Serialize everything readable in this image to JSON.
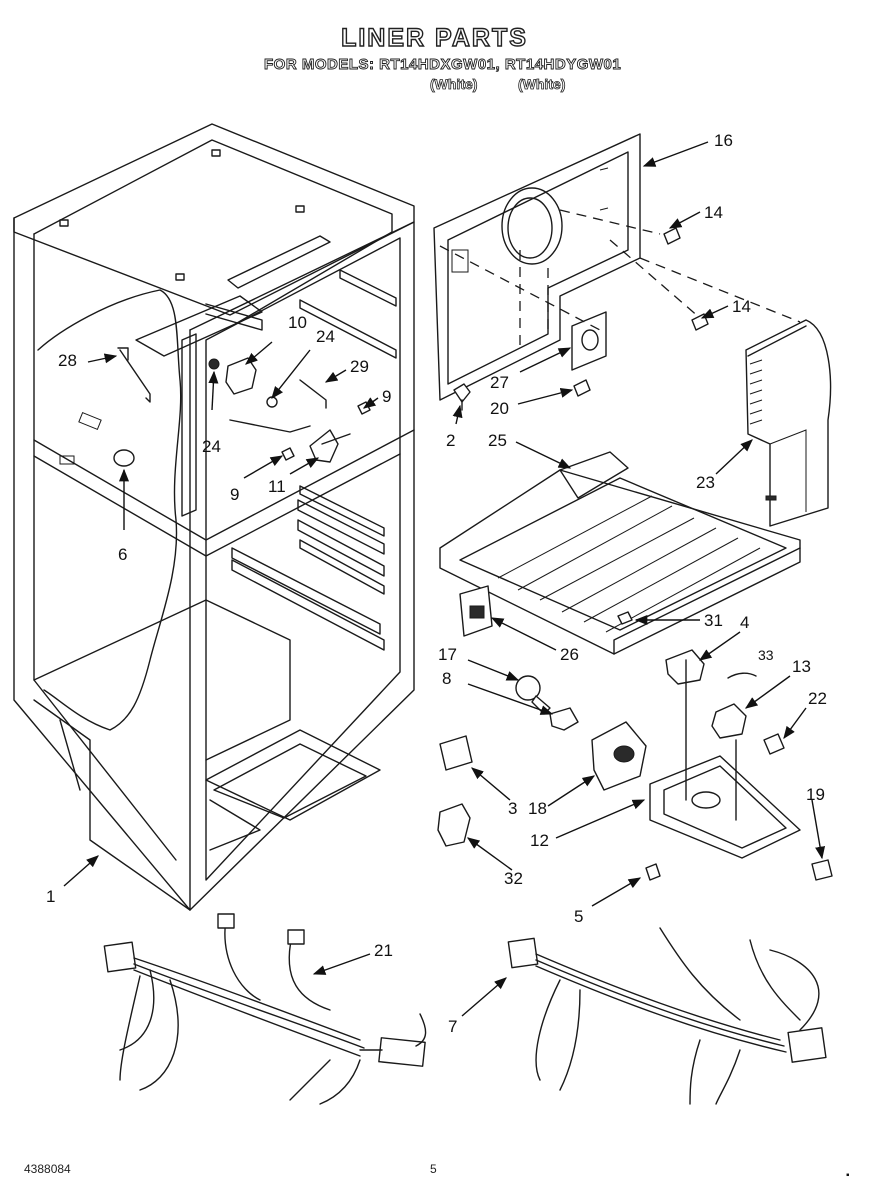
{
  "header": {
    "title": "LINER PARTS",
    "models_line": "FOR MODELS: RT14HDXGW01, RT14HDYGW01",
    "color_1": "(White)",
    "color_2": "(White)"
  },
  "callouts": [
    "16",
    "14",
    "14",
    "10",
    "24",
    "28",
    "29",
    "9",
    "27",
    "20",
    "2",
    "25",
    "24",
    "9",
    "11",
    "23",
    "6",
    "31",
    "4",
    "26",
    "17",
    "33",
    "13",
    "8",
    "22",
    "19",
    "3",
    "18",
    "12",
    "32",
    "5",
    "1",
    "21",
    "7"
  ],
  "footer": {
    "doc_number": "4388084",
    "page_number": "5"
  }
}
